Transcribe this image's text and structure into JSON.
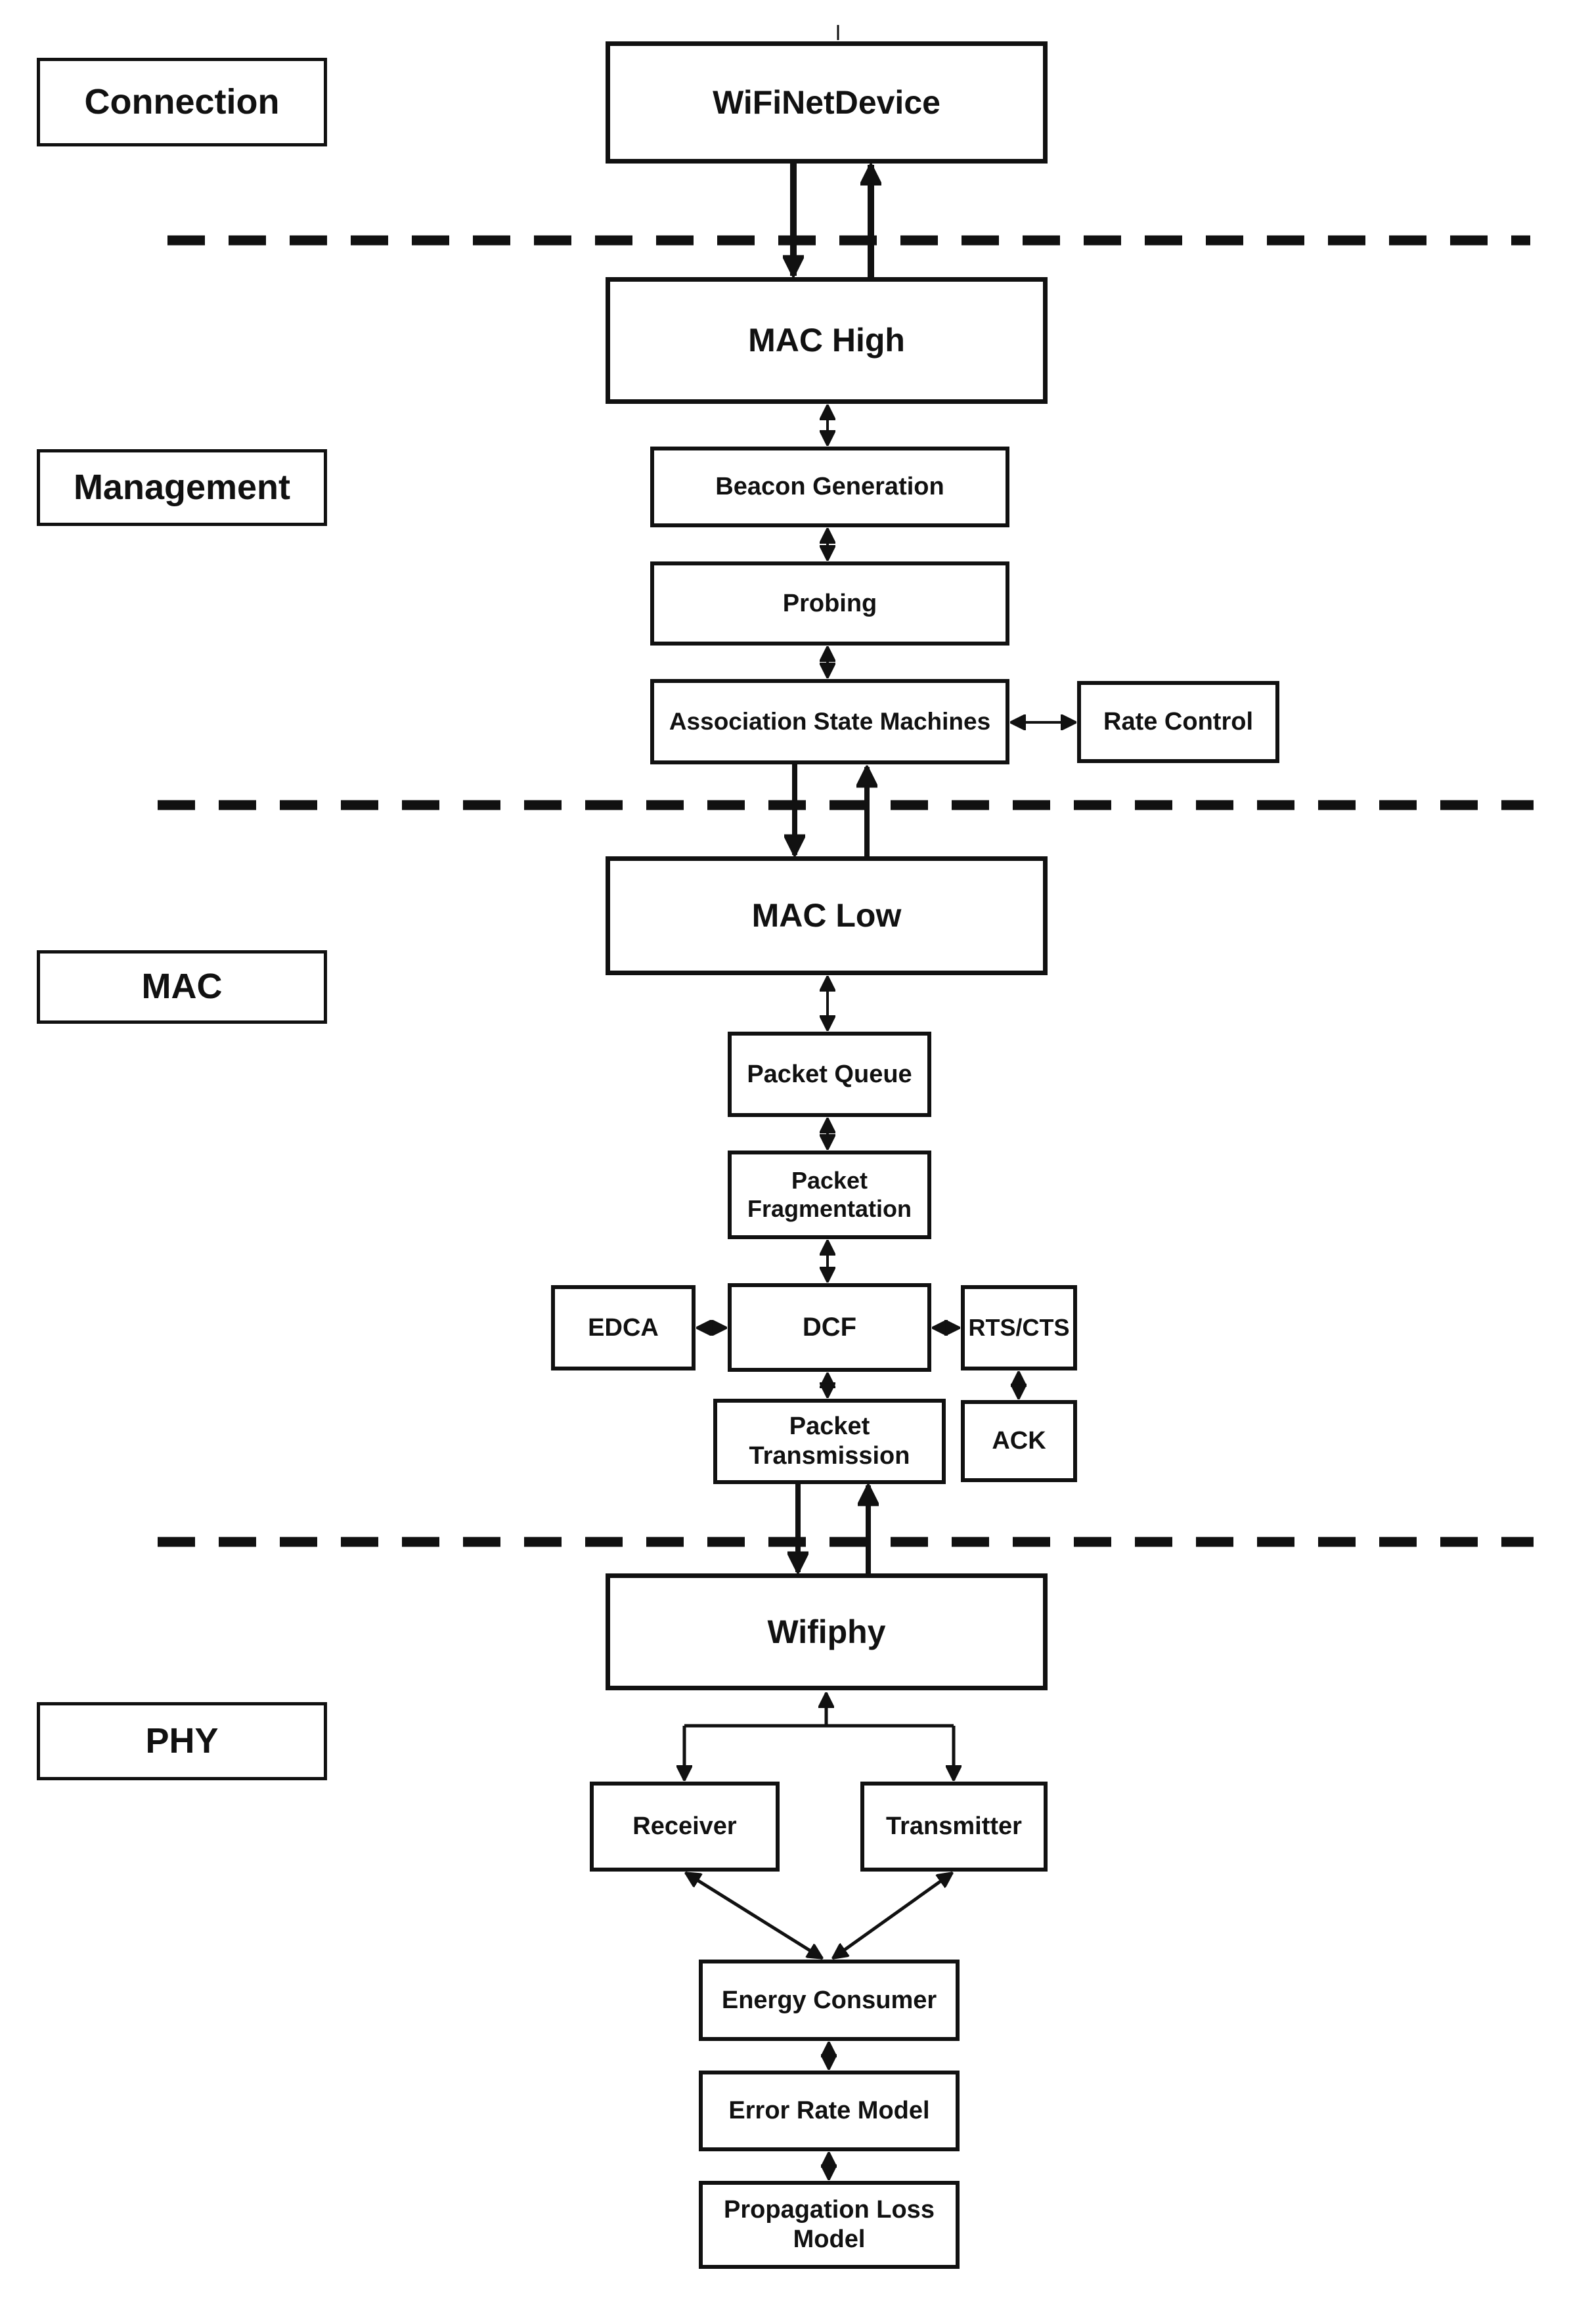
{
  "layers": {
    "connection": "Connection",
    "management": "Management",
    "mac": "MAC",
    "phy": "PHY"
  },
  "nodes": {
    "wifinetdevice": "WiFiNetDevice",
    "mac_high": "MAC High",
    "beacon_generation": "Beacon Generation",
    "probing": "Probing",
    "association_state_machines": "Association State Machines",
    "rate_control": "Rate Control",
    "mac_low": "MAC Low",
    "packet_queue": "Packet Queue",
    "packet_fragmentation": "Packet Fragmentation",
    "edca": "EDCA",
    "dcf": "DCF",
    "rts_cts": "RTS/CTS",
    "packet_transmission": "Packet Transmission",
    "ack": "ACK",
    "wifiphy": "Wifiphy",
    "receiver": "Receiver",
    "transmitter": "Transmitter",
    "energy_consumer": "Energy Consumer",
    "error_rate_model": "Error Rate Model",
    "propagation_loss_model": "Propagation Loss Model"
  },
  "colors": {
    "ink": "#111111",
    "background": "#ffffff"
  }
}
